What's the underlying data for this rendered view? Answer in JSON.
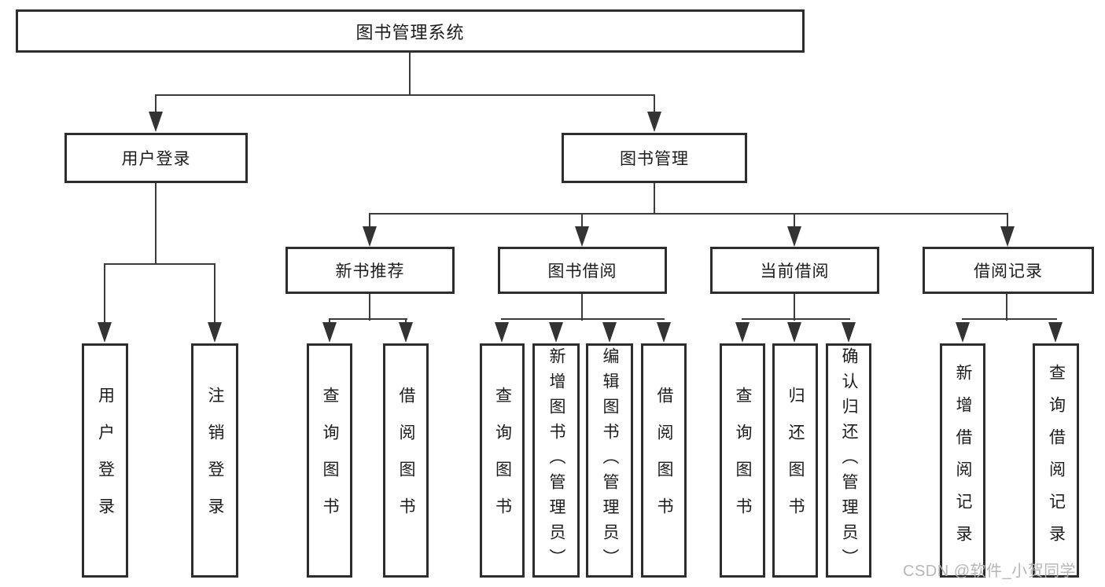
{
  "diagram": {
    "title": "图书管理系统",
    "nodes": {
      "root": {
        "label": "图书管理系统"
      },
      "user_login": {
        "label": "用户登录"
      },
      "book_mgmt": {
        "label": "图书管理"
      },
      "new_book": {
        "label": "新书推荐"
      },
      "book_borrow": {
        "label": "图书借阅"
      },
      "current_borrow": {
        "label": "当前借阅"
      },
      "borrow_records": {
        "label": "借阅记录"
      },
      "ul_login": {
        "label": "用户登录"
      },
      "ul_logout": {
        "label": "注销登录"
      },
      "nb_query": {
        "label": "查询图书"
      },
      "nb_borrow": {
        "label": "借阅图书"
      },
      "bb_query": {
        "label": "查询图书"
      },
      "bb_add": {
        "label": "新增图书（管理员）"
      },
      "bb_edit": {
        "label": "编辑图书（管理员）"
      },
      "bb_borrow": {
        "label": "借阅图书"
      },
      "cb_query": {
        "label": "查询图书"
      },
      "cb_return": {
        "label": "归还图书"
      },
      "cb_confirm": {
        "label": "确认归还（管理员）"
      },
      "br_add": {
        "label": "新增借阅记录"
      },
      "br_query": {
        "label": "查询借阅记录"
      }
    },
    "colors": {
      "border": "#2d2d2d",
      "line": "#3b3b3b",
      "text": "#1c1c1c",
      "background": "#ffffff",
      "watermark": "#b2b2b2"
    }
  },
  "watermark": {
    "text": "CSDN @软件_小贺同学"
  }
}
